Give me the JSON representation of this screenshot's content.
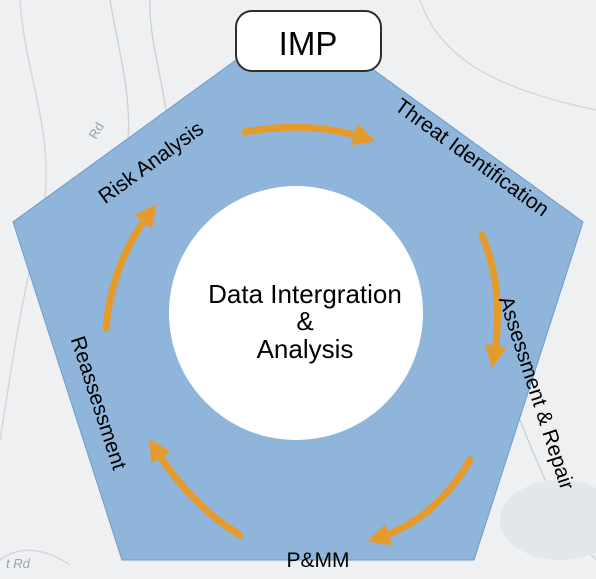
{
  "header": {
    "title": "IMP"
  },
  "center": {
    "line1": "Data Intergration",
    "line2": "&",
    "line3": "Analysis"
  },
  "stages": {
    "risk_analysis": "Risk Analysis",
    "threat_identification": "Threat Identification",
    "assessment_repair": "Assessment & Repair",
    "pmm": "P&MM",
    "reassessment": "Reassessment"
  },
  "map_labels": {
    "road_top": "Rd",
    "road_bottom": "t Rd"
  },
  "colors": {
    "pentagon_fill": "#8fb6da",
    "pentagon_stroke": "#5e8fbd",
    "arrow": "#e59a2c",
    "center_fill": "#ffffff",
    "text": "#000000",
    "map_background": "#eef0f1",
    "map_lines": "#c9ced3"
  }
}
